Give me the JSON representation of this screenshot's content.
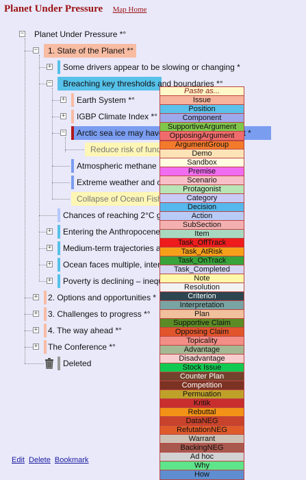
{
  "header": {
    "title": "Planet Under Pressure",
    "map_home": "Map Home"
  },
  "tree": {
    "root": "Planet Under Pressure *°",
    "state": "1. State of the Planet *°",
    "drivers": "Some drivers appear to be slowing or changing *",
    "breaching": "Breaching key thresholds and boundaries *°",
    "earth": "Earth System *°",
    "igbp": "IGBP Climate Index *°",
    "arctic": "Arctic sea ice may have passed a tipping point *",
    "reduce": "Reduce risk of fund",
    "methane": "Atmospheric methane",
    "extreme": "Extreme weather and c",
    "collapse": "Collapse of Ocean Fish",
    "chances": "Chances of reaching 2°C g",
    "entering": "Entering the Anthropocene",
    "medium": "Medium-term trajectories a",
    "ocean": "Ocean faces multiple, inter",
    "poverty": "Poverty is declining – inequ",
    "options": "2. Options and opportunities *",
    "challenges": "3. Challenges to progress *°",
    "way": "4. The way ahead *°",
    "conference": "The Conference *°",
    "deleted": "Deleted"
  },
  "colors": {
    "salmon": "#f8bca3",
    "cyan": "#56c1e9",
    "blue_bar": "#7a9df0",
    "dark_red": "#b01a1a",
    "light_yellow": "#fef6b5",
    "light_blue": "#b4c8fa"
  },
  "menu_items": [
    {
      "label": "Paste as...",
      "bg": "#fff8c8"
    },
    {
      "label": "Issue",
      "bg": "#f7b39b"
    },
    {
      "label": "Position",
      "bg": "#5bc1ea"
    },
    {
      "label": "Component",
      "bg": "#9da9ea"
    },
    {
      "label": "SupportiveArgument",
      "bg": "#7fc64b"
    },
    {
      "label": "OpposingArgument",
      "bg": "#f06c6c"
    },
    {
      "label": "ArgumentGroup",
      "bg": "#f37a2a"
    },
    {
      "label": "Demo",
      "bg": "#fde3b6"
    },
    {
      "label": "Sandbox",
      "bg": "#fffce0"
    },
    {
      "label": "Premise",
      "bg": "#f06cf0"
    },
    {
      "label": "Scenario",
      "bg": "#f7c0c8"
    },
    {
      "label": "Protagonist",
      "bg": "#b8e4b6"
    },
    {
      "label": "Category",
      "bg": "#c8cbf6"
    },
    {
      "label": "Decision",
      "bg": "#56b8ec"
    },
    {
      "label": "Action",
      "bg": "#b8cbf6"
    },
    {
      "label": "SubSection",
      "bg": "#f4b0b0"
    },
    {
      "label": "Item",
      "bg": "#a8d8c0"
    },
    {
      "label": "Task_OffTrack",
      "bg": "#ee1c1c"
    },
    {
      "label": "Task_AtRisk",
      "bg": "#f6a019"
    },
    {
      "label": "Task_OnTrack",
      "bg": "#38a33b"
    },
    {
      "label": "Task_Completed",
      "bg": "#d6d6f3"
    },
    {
      "label": "Note",
      "bg": "#fff8a8"
    },
    {
      "label": "Resolution",
      "bg": "#f2f2f2"
    },
    {
      "label": "Criterion",
      "bg": "#2d4550"
    },
    {
      "label": "Interpretation",
      "bg": "#7aa3a3"
    },
    {
      "label": "Plan",
      "bg": "#f1c09c"
    },
    {
      "label": "Supportive Claim",
      "bg": "#5b8b25"
    },
    {
      "label": "Opposing Claim",
      "bg": "#e1552c"
    },
    {
      "label": "Topicality",
      "bg": "#f28e86"
    },
    {
      "label": "Advantage",
      "bg": "#a5b894"
    },
    {
      "label": "Disadvantage",
      "bg": "#f7cdcd"
    },
    {
      "label": "Stock Issue",
      "bg": "#12ca52"
    },
    {
      "label": "Counter Plan",
      "bg": "#72422c"
    },
    {
      "label": "Competition",
      "bg": "#7b3222"
    },
    {
      "label": "Permuation",
      "bg": "#bfa12a"
    },
    {
      "label": "Kritik",
      "bg": "#c82e2e"
    },
    {
      "label": "Rebuttal",
      "bg": "#f29216"
    },
    {
      "label": "DataNEG",
      "bg": "#c8432a"
    },
    {
      "label": "RefutationNEG",
      "bg": "#df5b2a"
    },
    {
      "label": "Warrant",
      "bg": "#cec2b5"
    },
    {
      "label": "BackingNEG",
      "bg": "#a8584d"
    },
    {
      "label": "Ad hoc",
      "bg": "#d2d2d2"
    },
    {
      "label": "Why",
      "bg": "#5ee48a"
    },
    {
      "label": "How",
      "bg": "#5f8ed0"
    }
  ],
  "footer": {
    "edit": "Edit",
    "delete": "Delete",
    "bookmark": "Bookmark"
  }
}
